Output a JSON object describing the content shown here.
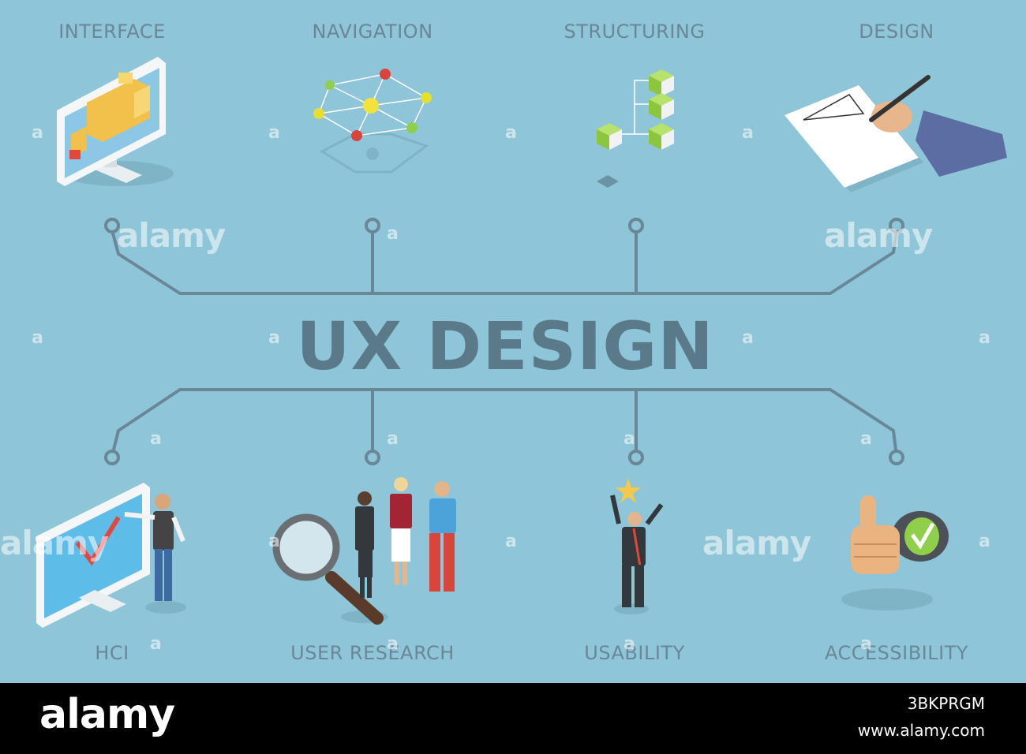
{
  "title": "UX DESIGN",
  "top_topics": [
    {
      "label": "INTERFACE",
      "icon": "monitor-interface-icon"
    },
    {
      "label": "NAVIGATION",
      "icon": "network-graph-icon"
    },
    {
      "label": "STRUCTURING",
      "icon": "cube-hierarchy-icon"
    },
    {
      "label": "DESIGN",
      "icon": "hand-drawing-icon"
    }
  ],
  "bottom_topics": [
    {
      "label": "HCI",
      "icon": "presenter-monitor-icon"
    },
    {
      "label": "USER RESEARCH",
      "icon": "magnifier-team-icon"
    },
    {
      "label": "USABILITY",
      "icon": "man-reaching-star-icon"
    },
    {
      "label": "ACCESSIBILITY",
      "icon": "thumbs-up-check-icon"
    }
  ],
  "watermark": {
    "brand": "alamy",
    "letter": "a",
    "image_id": "3BKPRGM",
    "url": "www.alamy.com"
  },
  "colors": {
    "background": "#8ec5d8",
    "connector": "#6a8797",
    "title": "#5b7a89"
  }
}
